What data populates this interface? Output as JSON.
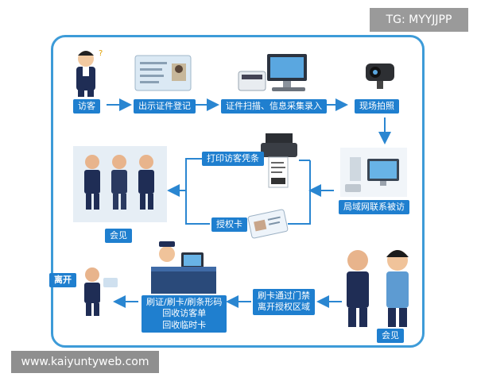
{
  "watermarks": {
    "top": "TG: MYYJJPP",
    "bottom": "www.kaiyuntyweb.com"
  },
  "steps": {
    "visitor": "访客",
    "show_id": "出示证件登记",
    "scan_id": "证件扫描、信息采集录入",
    "photo": "现场拍照",
    "notify": "局域网联系被访",
    "print_slip": "打印访客凭条",
    "auth_card": "授权卡",
    "meeting_1": "会见",
    "meeting_2": "会见",
    "swipe_gate": "刷卡通过门禁\n离开授权区域",
    "checkout": "刷证/刷卡/刷条形码\n回收访客单\n回收临时卡",
    "leave": "离开"
  },
  "colors": {
    "frame": "#3d9bd8",
    "label_bg": "#1f7fcf",
    "arrow": "#2a86d1"
  }
}
